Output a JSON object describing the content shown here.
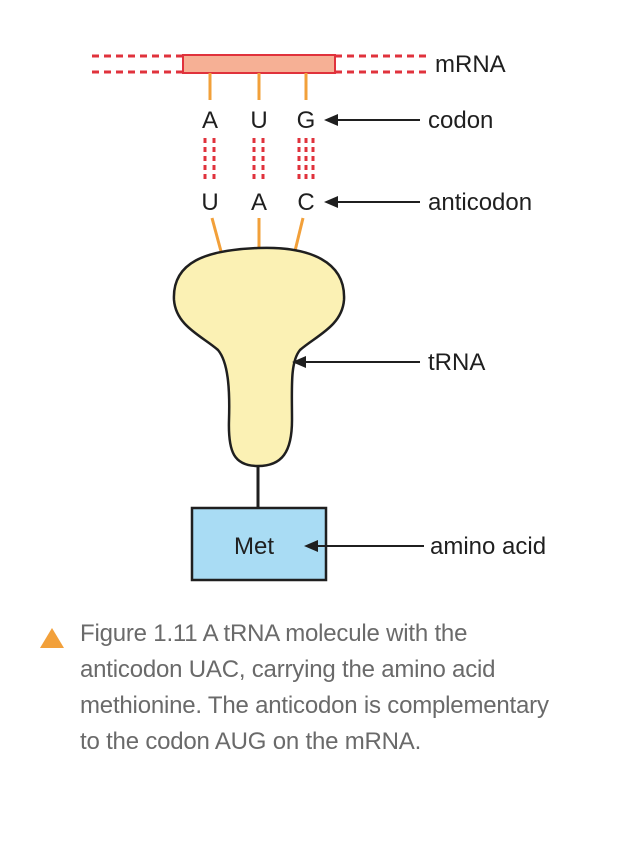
{
  "labels": {
    "mrna": "mRNA",
    "codon": "codon",
    "anticodon": "anticodon",
    "trna": "tRNA",
    "amino_acid": "amino acid"
  },
  "codon_bases": [
    "A",
    "U",
    "G"
  ],
  "anticodon_bases": [
    "U",
    "A",
    "C"
  ],
  "amino_acid_box": "Met",
  "caption": {
    "line1": "Figure 1.11 A tRNA molecule with the",
    "line2": "anticodon UAC, carrying the amino acid",
    "line3": "methionine. The anticodon is complementary",
    "line4": "to the codon AUG on the mRNA."
  },
  "colors": {
    "mrna_bar": "#f6b095",
    "dash_red": "#e0323c",
    "connector_orange": "#f2a03a",
    "trna_fill": "#fbf1b4",
    "amino_box_fill": "#a9dcf4",
    "caption_text": "#6a6a6a",
    "caption_icon": "#f2a03a"
  }
}
